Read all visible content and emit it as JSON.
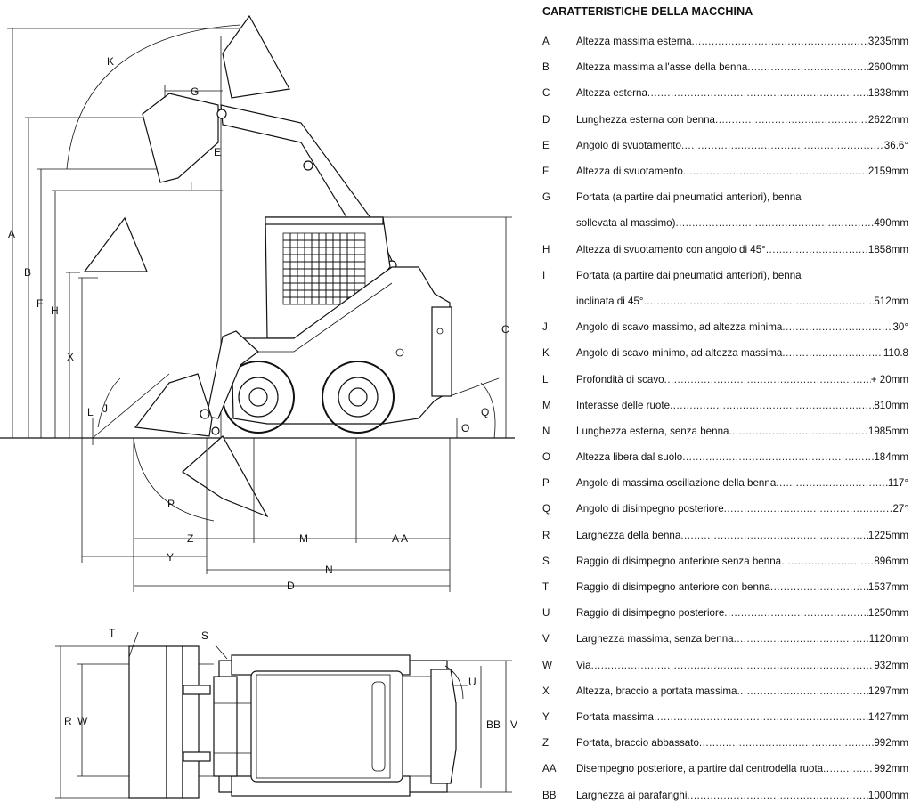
{
  "specs": {
    "title": "CARATTERISTICHE DELLA MACCHINA",
    "rows": [
      {
        "code": "A",
        "label": "Altezza massima esterna",
        "value": "3235mm"
      },
      {
        "code": "B",
        "label": "Altezza massima all'asse della benna",
        "value": "2600mm"
      },
      {
        "code": "C",
        "label": "Altezza esterna",
        "value": "1838mm"
      },
      {
        "code": "D",
        "label": "Lunghezza esterna con benna",
        "value": "2622mm"
      },
      {
        "code": "E",
        "label": "Angolo di svuotamento",
        "value": "36.6°"
      },
      {
        "code": "F",
        "label": "Altezza di svuotamento",
        "value": "2159mm"
      },
      {
        "code": "G",
        "label": "Portata (a partire dai pneumatici anteriori), benna",
        "value": ""
      },
      {
        "code": "",
        "label": "sollevata al massimo)",
        "value": "490mm"
      },
      {
        "code": "H",
        "label": "Altezza di svuotamento con angolo di 45°",
        "value": "1858mm"
      },
      {
        "code": "I",
        "label": "Portata (a partire dai pneumatici anteriori), benna",
        "value": ""
      },
      {
        "code": "",
        "label": "inclinata di 45°",
        "value": "512mm"
      },
      {
        "code": "J",
        "label": "Angolo di scavo massimo, ad altezza minima",
        "value": "30°"
      },
      {
        "code": "K",
        "label": "Angolo di scavo minimo, ad altezza massima",
        "value": "110.8"
      },
      {
        "code": "L",
        "label": "Profondità di scavo",
        "value": "+ 20mm"
      },
      {
        "code": "M",
        "label": "Interasse delle ruote",
        "value": "810mm"
      },
      {
        "code": "N",
        "label": "Lunghezza esterna, senza benna",
        "value": "1985mm"
      },
      {
        "code": "O",
        "label": "Altezza libera dal suolo",
        "value": "184mm"
      },
      {
        "code": "P",
        "label": "Angolo di massima oscillazione della benna",
        "value": "117°"
      },
      {
        "code": "Q",
        "label": "Angolo di disimpegno posteriore",
        "value": "27°"
      },
      {
        "code": "R",
        "label": "Larghezza della benna",
        "value": "1225mm"
      },
      {
        "code": "S",
        "label": "Raggio di disimpegno anteriore senza benna",
        "value": "896mm"
      },
      {
        "code": "T",
        "label": "Raggio di disimpegno anteriore con benna",
        "value": "1537mm"
      },
      {
        "code": "U",
        "label": "Raggio di disimpegno posteriore",
        "value": "1250mm"
      },
      {
        "code": "V",
        "label": "Larghezza massima, senza benna",
        "value": "1120mm"
      },
      {
        "code": "W",
        "label": "Via",
        "value": "932mm"
      },
      {
        "code": "X",
        "label": "Altezza, braccio a portata massima",
        "value": "1297mm"
      },
      {
        "code": "Y",
        "label": "Portata massima",
        "value": "1427mm"
      },
      {
        "code": "Z",
        "label": "Portata, braccio abbassato",
        "value": "992mm"
      },
      {
        "code": "AA",
        "label": "Disempegno posteriore, a partire dal centrodella ruota",
        "value": "992mm"
      },
      {
        "code": "BB",
        "label": "Larghezza ai parafanghi",
        "value": "1000mm"
      }
    ]
  },
  "drawing": {
    "side_labels": {
      "A": "A",
      "B": "B",
      "C": "C",
      "D": "D",
      "E": "E",
      "F": "F",
      "G": "G",
      "H": "H",
      "I": "I",
      "J": "J",
      "K": "K",
      "L": "L",
      "M": "M",
      "N": "N",
      "O": "O",
      "P": "P",
      "Q": "Q",
      "X": "X",
      "Y": "Y",
      "Z": "Z",
      "AA": "A A"
    },
    "top_labels": {
      "R": "R",
      "W": "W",
      "T": "T",
      "S": "S",
      "U": "U",
      "BB": "BB",
      "V": "V"
    }
  }
}
